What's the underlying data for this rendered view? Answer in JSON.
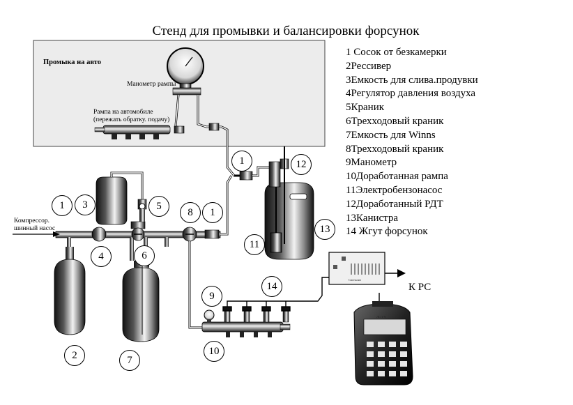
{
  "title": "Стенд для промывки и балансировки форсунок",
  "legend": [
    "1 Сосок от безкамерки",
    "2Рессивер",
    "3Емкость для слива.продувки",
    "4Регулятор давления воздуха",
    "5Краник",
    "6Трехходовый краник",
    "7Емкость для Winns",
    "8Трехходовый краник",
    "9Манометр",
    "10Доработанная рампа",
    "11Электробензонасос",
    "12Доработанный РДТ",
    "13Канистра",
    "14 Жгут форсунок"
  ],
  "inset": {
    "title": "Промыка на авто",
    "gauge_label": "Манометр рампы",
    "rail_label": "Рампа на автомобиле\n(пережать обратку. подачу)"
  },
  "compressor_label": "Компрессор.\nшинный насос",
  "pc_label": "К РС",
  "controller_label": "Сигнализ",
  "tester_label": "ЛС-1-6",
  "callouts": [
    "1",
    "3",
    "5",
    "8",
    "1",
    "4",
    "6",
    "1",
    "12",
    "11",
    "13",
    "9",
    "14",
    "2",
    "7",
    "10"
  ],
  "colors": {
    "line": "#000000",
    "inset_fill": "#ececec",
    "metal_light": "#f4f4f4",
    "metal_dark": "#1a1a1a"
  }
}
